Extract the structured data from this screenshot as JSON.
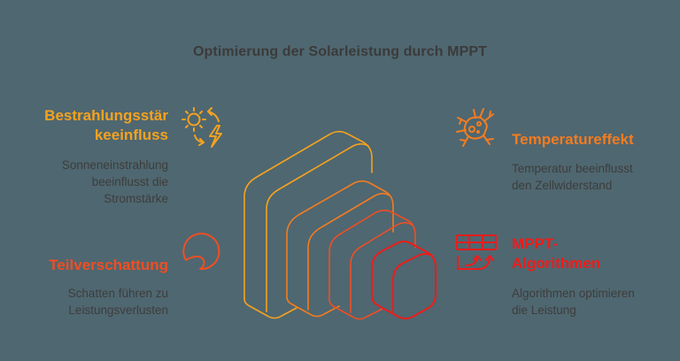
{
  "title": "Optimierung der Solarleistung durch MPPT",
  "colors": {
    "background": "#4f6770",
    "text_dark": "#3d3d3d",
    "orange_light": "#f5a21f",
    "orange": "#f47c20",
    "orange_red": "#f04e23",
    "red": "#ee1c1c"
  },
  "items": [
    {
      "id": "bestrahlung",
      "heading_line1": "Bestrahlungsstär",
      "heading_line2": "keeinfluss",
      "description_line1": "Sonneneinstrahlung",
      "description_line2": "beeinflusst die",
      "description_line3": "Stromstärke",
      "icon": "sun-lightning-cycle-icon",
      "color": "#f5a21f"
    },
    {
      "id": "temperatur",
      "heading": "Temperatureffekt",
      "description_line1": "Temperatur beeinflusst",
      "description_line2": "den Zellwiderstand",
      "icon": "heat-virus-icon",
      "color": "#f47c20"
    },
    {
      "id": "teilverschattung",
      "heading": "Teilverschattung",
      "description_line1": "Schatten führen zu",
      "description_line2": "Leistungsverlusten",
      "icon": "partial-shade-circle-icon",
      "color": "#f04e23"
    },
    {
      "id": "mppt",
      "heading_line1": "MPPT-",
      "heading_line2": "Algorithmen",
      "description_line1": "Algorithmen optimieren",
      "description_line2": "die Leistung",
      "icon": "grid-arrows-icon",
      "color": "#ee1c1c"
    }
  ]
}
